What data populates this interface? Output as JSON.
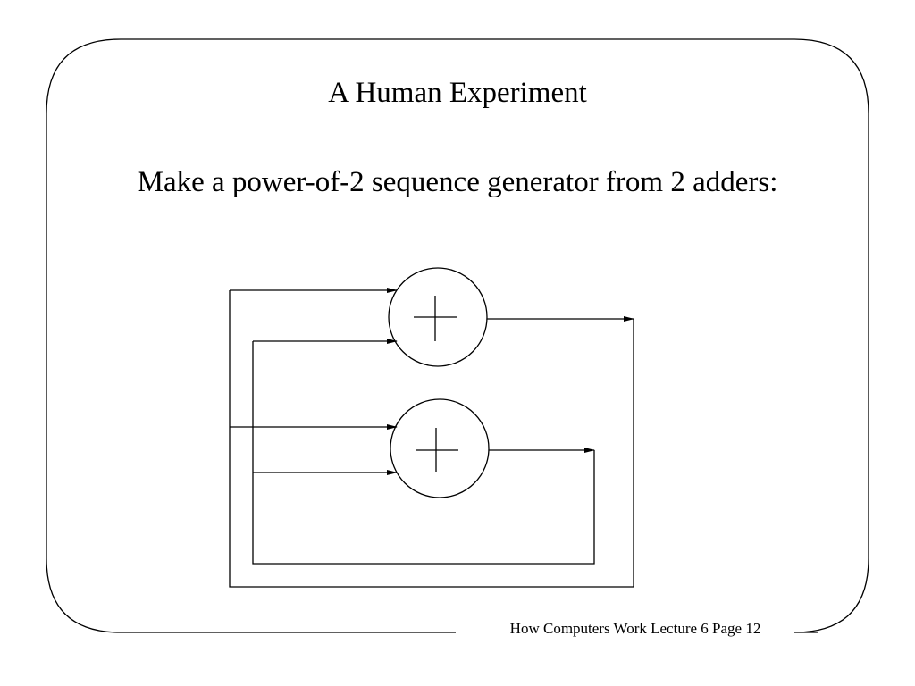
{
  "slide": {
    "title": "A Human Experiment",
    "subtitle": "Make a power-of-2 sequence generator from 2 adders:",
    "footer": "How Computers Work Lecture 6 Page 12"
  },
  "diagram": {
    "nodes": [
      {
        "id": "adder-top",
        "symbol": "+"
      },
      {
        "id": "adder-bottom",
        "symbol": "+"
      }
    ],
    "edges": [
      {
        "from": "adder-top",
        "to": "adder-top"
      },
      {
        "from": "adder-top",
        "to": "adder-bottom"
      },
      {
        "from": "adder-bottom",
        "to": "adder-top"
      },
      {
        "from": "adder-bottom",
        "to": "adder-bottom"
      }
    ]
  }
}
